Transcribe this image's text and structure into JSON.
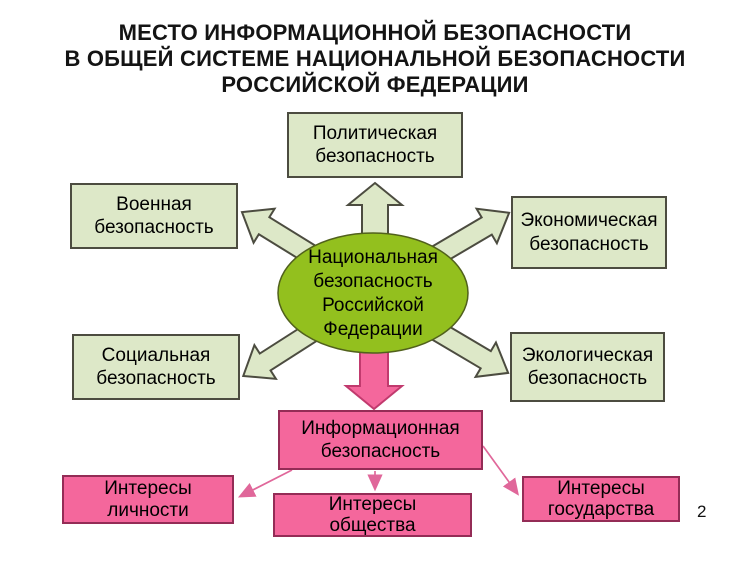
{
  "slide": {
    "title_lines": [
      "МЕСТО ИНФОРМАЦИОННОЙ БЕЗОПАСНОСТИ",
      "В ОБЩЕЙ СИСТЕМЕ НАЦИОНАЛЬНОЙ БЕЗОПАСНОСТИ",
      "РОССИЙСКОЙ  ФЕДЕРАЦИИ"
    ],
    "page_number": "2"
  },
  "diagram": {
    "center": {
      "label": "Национальная безопасность Российской Федерации"
    },
    "nodes": {
      "political": {
        "label": "Политическая безопасность"
      },
      "military": {
        "label": "Военная безопасность"
      },
      "economic": {
        "label": "Экономическая безопасность"
      },
      "social": {
        "label": "Социальная безопасность"
      },
      "ecological": {
        "label": "Экологическая безопасность"
      },
      "information": {
        "label": "Информационная безопасность"
      },
      "personal": {
        "label": "Интересы личности"
      },
      "society": {
        "label": "Интересы общества"
      },
      "state": {
        "label": "Интересы государства"
      }
    },
    "relations": [
      "national-security -> political-security",
      "national-security -> military-security",
      "national-security -> economic-security",
      "national-security -> social-security",
      "national-security -> ecological-security",
      "national-security -> information-security",
      "information-security -> personal-interests",
      "information-security -> society-interests",
      "information-security -> state-interests"
    ],
    "colors": {
      "ellipse_fill": "#93c01e",
      "ellipse_stroke": "#51611c",
      "green_box_fill": "#dde8c8",
      "green_box_border": "#4c4c40",
      "pink_fill": "#f4679c",
      "pink_border": "#942c56",
      "pink_arrow_stroke": "#c13a6e",
      "thin_arrow": "#e0679a",
      "title_color": "#141414"
    }
  }
}
